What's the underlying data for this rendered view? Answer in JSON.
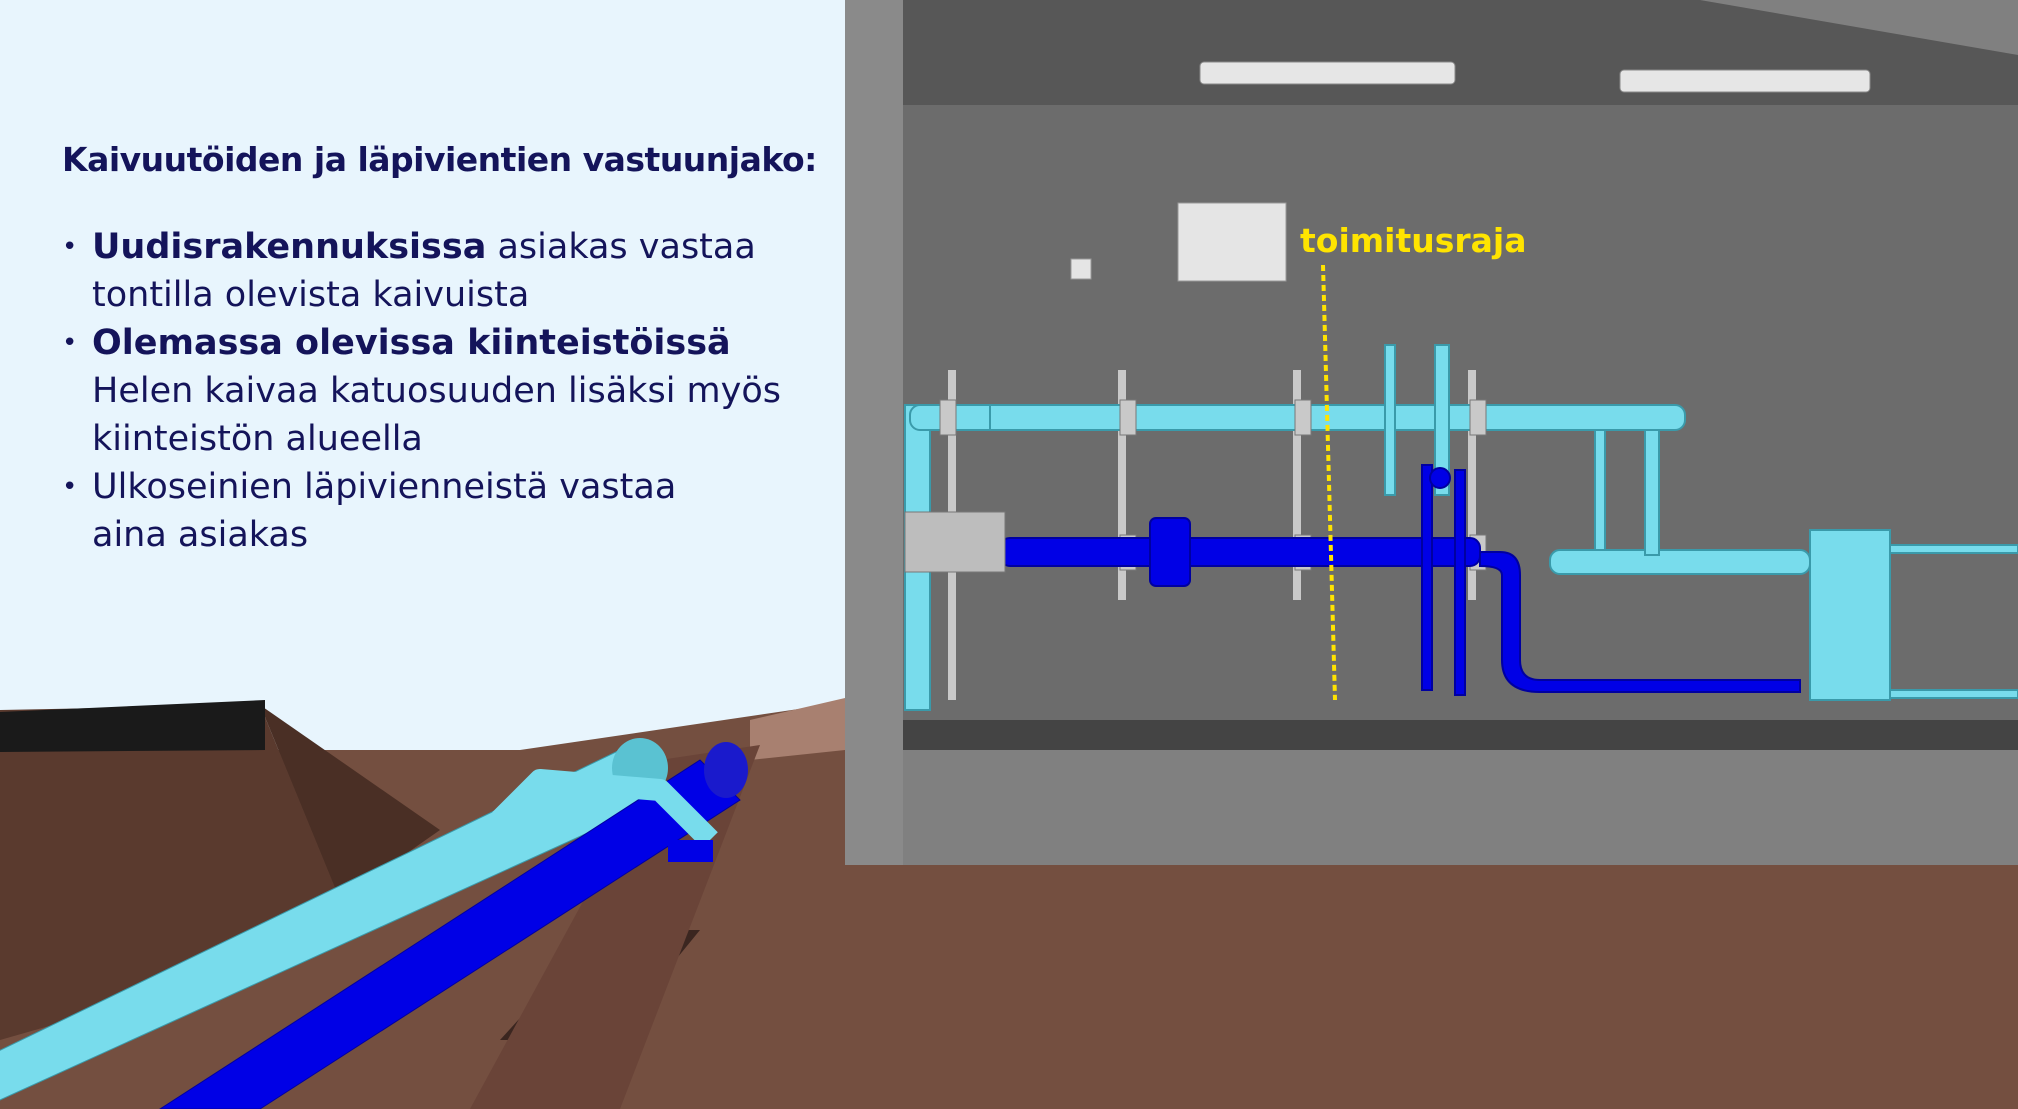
{
  "heading": "Kaivuutöiden ja läpivientien vastuunjako:",
  "bullets": [
    {
      "bold": "Uudisrakennuksissa",
      "rest": "asiakas vastaa",
      "line2": "tontilla olevista kaivuista"
    },
    {
      "bold": "Olemassa olevissa kiinteistöissä",
      "line2": "Helen kaivaa katuosuuden lisäksi myös",
      "line3": "kiinteistön alueella"
    },
    {
      "text": "Ulkoseinien läpivienneistä vastaa",
      "line2": "aina asiakas"
    }
  ],
  "scene": {
    "boundary_label": "toimitusraja",
    "colors": {
      "background": "#e8f5fd",
      "text": "#14145a",
      "boundary": "#ffe400",
      "return_pipe": "#0000e6",
      "supply_pipe": "#78dcec",
      "soil": "#744f40",
      "wall": "#7f7f7f"
    }
  }
}
